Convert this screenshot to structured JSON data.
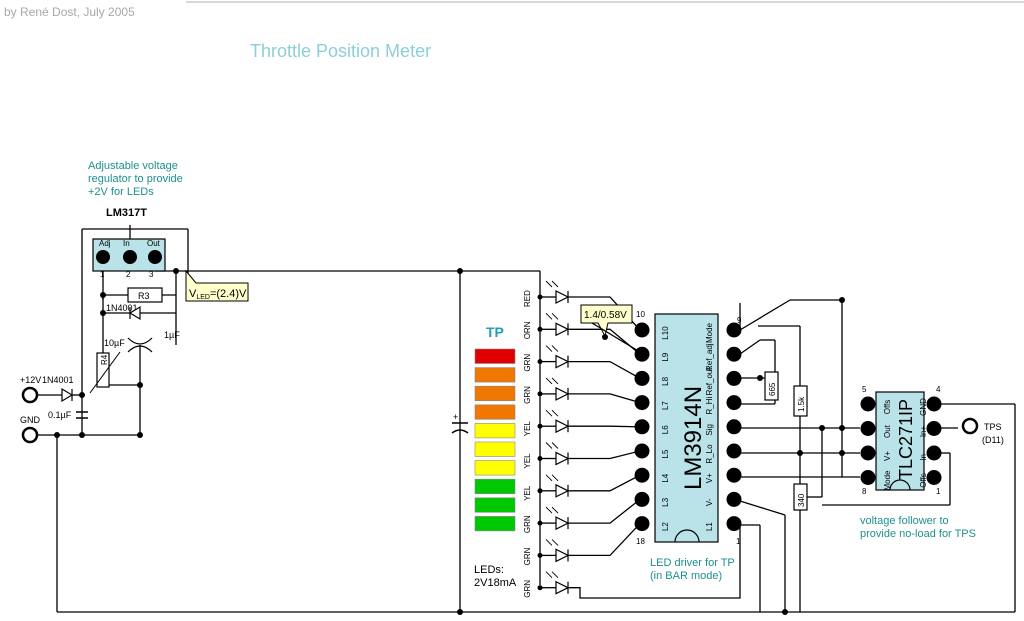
{
  "author": "by René Dost, July 2005",
  "title": "Throttle Position Meter",
  "regulator": {
    "note_line1": "Adjustable voltage",
    "note_line2": "regulator to provide",
    "note_line3": "+2V for LEDs",
    "part": "LM317T",
    "pin_adj": "Adj",
    "pin_in": "In",
    "pin_out": "Out",
    "pin1": "1",
    "pin2": "2",
    "pin3": "3",
    "r3": "R3",
    "r4": "R4",
    "diode_top": "1N4001",
    "cap1": "10µF",
    "cap2": "1µF",
    "vled_pre": "V",
    "vled_sub": "LED",
    "vled_post": "=(2.4)V"
  },
  "power": {
    "plus12": "+12V",
    "diode": "1N4001",
    "gnd": "GND",
    "cap": "0.1µF"
  },
  "bar": {
    "heading": "TP",
    "colors": [
      "#e00000",
      "#f07800",
      "#f07800",
      "#f07800",
      "#ffff00",
      "#ffff00",
      "#ffff00",
      "#00c800",
      "#00c800",
      "#00c800"
    ],
    "leds_label": "LEDs:",
    "leds_spec": "2V18mA"
  },
  "leds": [
    "RED",
    "ORN",
    "GRN",
    "GRN",
    "YEL",
    "YEL",
    "YEL",
    "GRN",
    "GRN",
    "GRN"
  ],
  "driver": {
    "part": "LM3914N",
    "callout": "1.4/0.58V",
    "pin10": "10",
    "pin18": "18",
    "pin1": "1",
    "pin9": "9",
    "left_pins": [
      "L10",
      "L9",
      "L8",
      "L7",
      "L6",
      "L5",
      "L4",
      "L3",
      "L2"
    ],
    "right_pins": [
      "Mode",
      "Ref_adj",
      "Ref_out",
      "R_Hi",
      "Sig",
      "R_Lo",
      "V+",
      "V-",
      "L1"
    ],
    "r665": "665",
    "r15k": "1.5k",
    "r340": "340",
    "note_line1": "LED driver for TP",
    "note_line2": "(in BAR mode)"
  },
  "opamp": {
    "part": "TLC271IP",
    "left_pins": [
      "Offs",
      "Out",
      "V+",
      "Mode"
    ],
    "right_pins": [
      "GND",
      "In+",
      "In-",
      "Offs"
    ],
    "pin5": "5",
    "pin4": "4",
    "pin8": "8",
    "pin1": "1",
    "note_line1": "voltage follower to",
    "note_line2": "provide no-load for TPS"
  },
  "tps": {
    "label": "TPS",
    "pin": "(D11)"
  }
}
